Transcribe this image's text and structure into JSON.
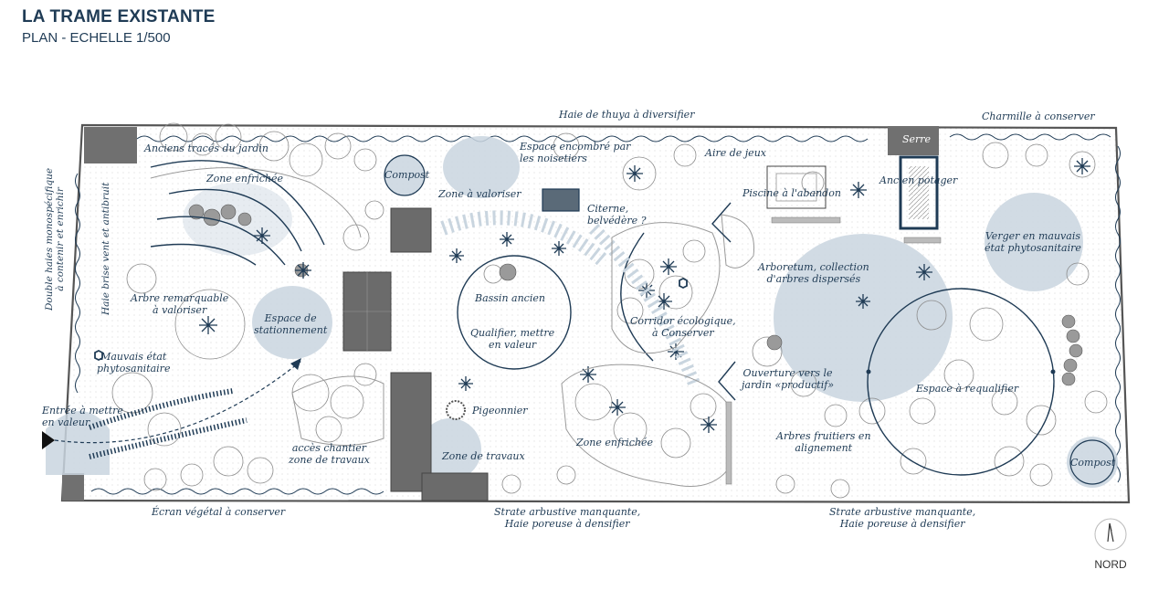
{
  "header": {
    "title": "LA TRAME EXISTANTE",
    "subtitle": "PLAN - ECHELLE 1/500"
  },
  "north": {
    "label": "NORD"
  },
  "colors": {
    "ink": "#1f3b55",
    "zone_fill": "#c9d5df",
    "building": "#6b6b6b",
    "boundary": "#555555"
  },
  "labels": {
    "haie_thuya": "Haie de thuya à diversifier",
    "charmille": "Charmille à conserver",
    "serre": "Serre",
    "anciens_traces": "Anciens tracés du jardin",
    "zone_enfrichee_top": "Zone enfrichée",
    "compost_top": "Compost",
    "zone_valoriser": "Zone à valoriser",
    "espace_encombre_1": "Espace encombré par",
    "espace_encombre_2": "les noisetiers",
    "citerne_1": "Citerne,",
    "citerne_2": "belvédère ?",
    "aire_jeux": "Aire de jeux",
    "piscine": "Piscine à l'abandon",
    "ancien_potager": "Ancien potager",
    "verger_1": "Verger en mauvais",
    "verger_2": "état phytosanitaire",
    "double_haies_1": "Double haies monospécifique",
    "double_haies_2": "à contenir et enrichir",
    "haie_brise_vent": "Haie brise vent et antibruit",
    "arbre_remarquable_1": "Arbre remarquable",
    "arbre_remarquable_2": "à valoriser",
    "espace_stationnement_1": "Espace de",
    "espace_stationnement_2": "stationnement",
    "bassin_1": "Bassin ancien",
    "bassin_2": "Qualifier, mettre",
    "bassin_3": "en valeur",
    "corridor_1": "Corridor écologique,",
    "corridor_2": "à Conserver",
    "arboretum_1": "Arboretum, collection",
    "arboretum_2": "d'arbres dispersés",
    "mauvais_etat_1": "Mauvais état",
    "mauvais_etat_2": "phytosanitaire",
    "ouverture_1": "Ouverture vers le",
    "ouverture_2": "jardin «productif»",
    "espace_requalifier": "Espace à requalifier",
    "entree_1": "Entrée à mettre",
    "entree_2": "en valeur",
    "pigeonnier": "Pigeonnier",
    "zone_travaux": "Zone de travaux",
    "zone_enfrichee_bottom": "Zone enfrichée",
    "arbres_fruitiers_1": "Arbres fruitiers en",
    "arbres_fruitiers_2": "alignement",
    "acces_chantier_1": "accès chantier",
    "acces_chantier_2": "zone de travaux",
    "compost_right": "Compost",
    "ecran_vegetal": "Écran végétal à conserver",
    "strate_1a": "Strate arbustive manquante,",
    "strate_1b": "Haie poreuse à densifier",
    "strate_2a": "Strate arbustive manquante,",
    "strate_2b": "Haie poreuse à densifier"
  }
}
